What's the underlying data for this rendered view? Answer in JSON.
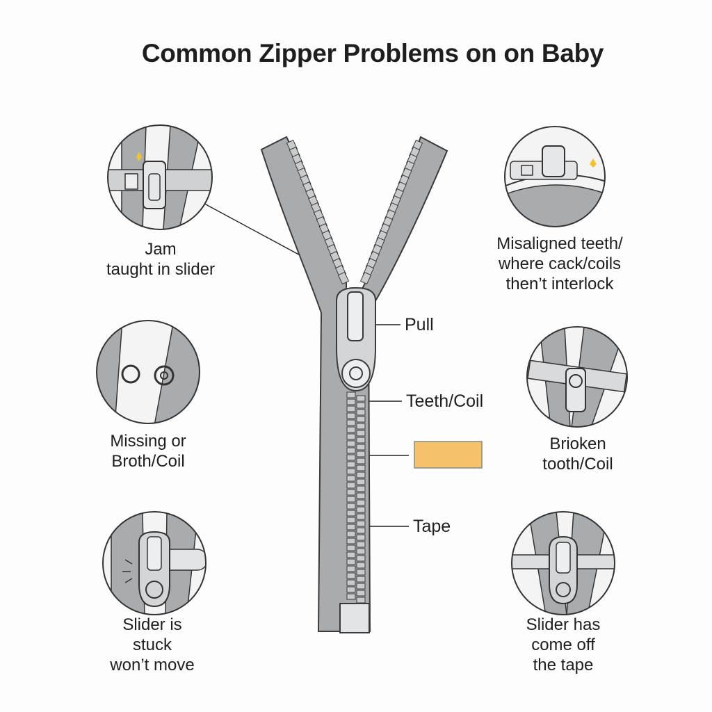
{
  "title": "Common Zipper Problems on on Baby",
  "problems": {
    "jam": {
      "icon": "jammed-slider-icon",
      "lines": [
        "Jam",
        "taught in slider"
      ]
    },
    "misaligned": {
      "icon": "misaligned-teeth-icon",
      "lines": [
        "Misaligned teeth/",
        "where cack/coils",
        "then’t interlock"
      ]
    },
    "missing": {
      "icon": "missing-teeth-icon",
      "lines": [
        "Missing or",
        "Broth/Coil"
      ]
    },
    "broken": {
      "icon": "broken-tooth-icon",
      "lines": [
        "Brioken",
        "tooth/Coil"
      ]
    },
    "stuck": {
      "icon": "stuck-slider-icon",
      "lines": [
        "Slider is",
        "stuck",
        "won’t move"
      ]
    },
    "off_tape": {
      "icon": "slider-off-tape-icon",
      "lines": [
        "Slider has",
        "come off",
        "the tape"
      ]
    }
  },
  "parts": {
    "pull": "Pull",
    "teeth": "Teeth/Coil",
    "tape": "Tape"
  },
  "colors": {
    "tape": "#a9acaf",
    "teeth": "#c9cbcd",
    "outline": "#3a3a3a",
    "swatch": "#f5c26b",
    "swatch_border": "#8a8a8a"
  }
}
